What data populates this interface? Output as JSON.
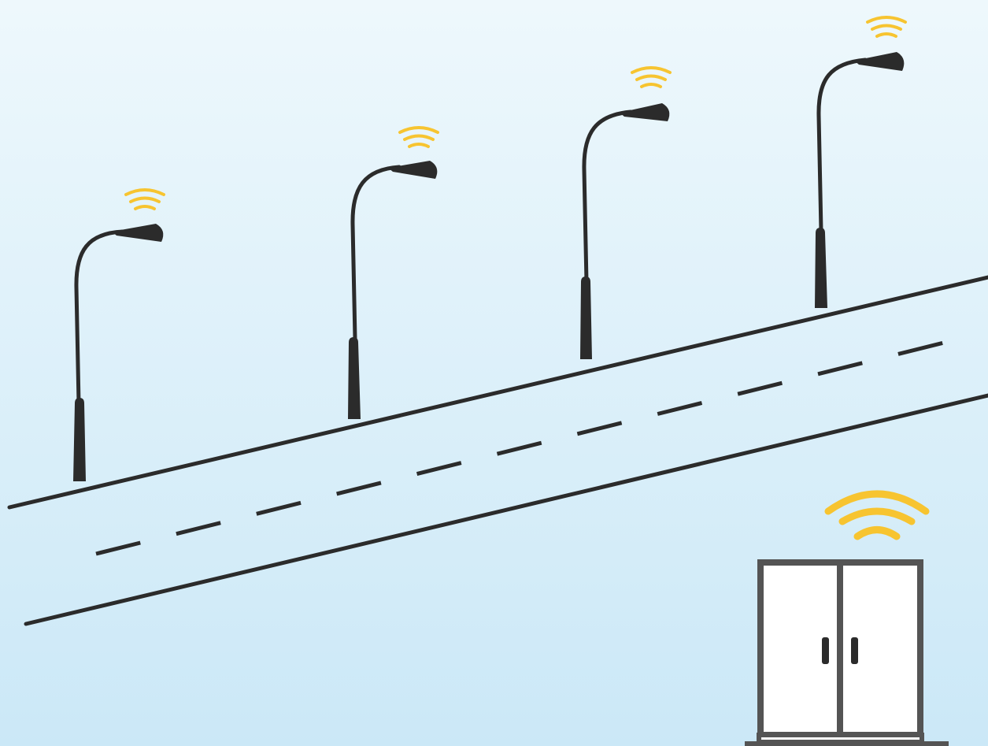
{
  "colors": {
    "sky_top": "#EEF8FC",
    "sky_bottom": "#CBE8F7",
    "ink": "#2B2B2B",
    "signal": "#F7C430",
    "cabinet_frame": "#545454",
    "cabinet_fill": "#FFFFFF"
  },
  "scene": {
    "road": {
      "lane_style": "dashed",
      "edges": 2
    },
    "street_lights": [
      {
        "id": 1,
        "wireless": true
      },
      {
        "id": 2,
        "wireless": true
      },
      {
        "id": 3,
        "wireless": true
      },
      {
        "id": 4,
        "wireless": true
      }
    ],
    "control_cabinet": {
      "doors": 2,
      "wireless": true
    }
  },
  "icons": {
    "street_light": "street-light-icon",
    "signal": "wifi-signal-icon",
    "cabinet": "control-cabinet-icon"
  }
}
